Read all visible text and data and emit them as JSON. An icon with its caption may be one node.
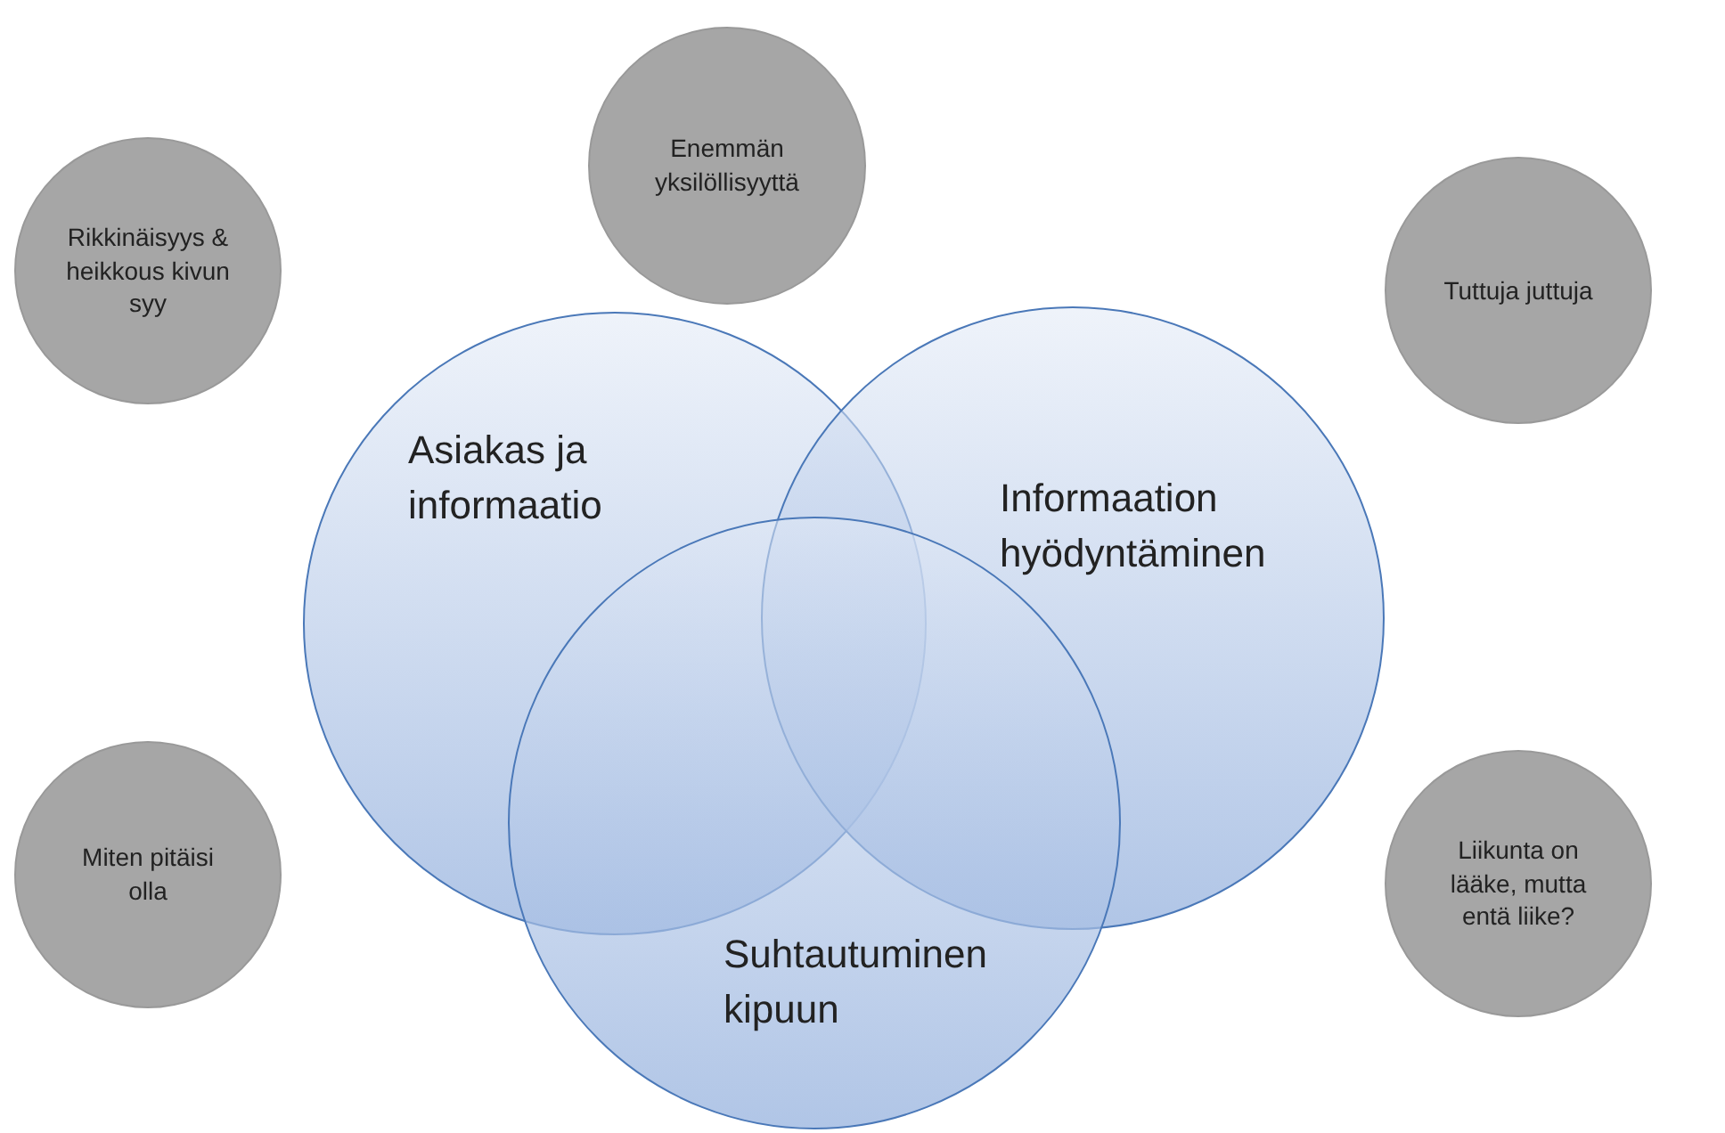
{
  "diagram": {
    "nodes": [
      {
        "text": [
          "Enemmän yksilöllisyyttä"
        ]
      },
      {
        "text": [
          "Rikkinäisyys & heikkous kivun syy"
        ]
      },
      {
        "text": [
          "Tuttuja juttuja"
        ]
      },
      {
        "text": [
          "Asiakas ja informaatio"
        ]
      },
      {
        "text": [
          "Informaation hyödyntäminen"
        ]
      },
      {
        "text": [
          "Miten pitäisi olla"
        ]
      },
      {
        "text": [
          "Suhtautuminen kipuun"
        ]
      },
      {
        "text": [
          "Liikunta on lääke, mutta entä liike?"
        ]
      }
    ]
  }
}
